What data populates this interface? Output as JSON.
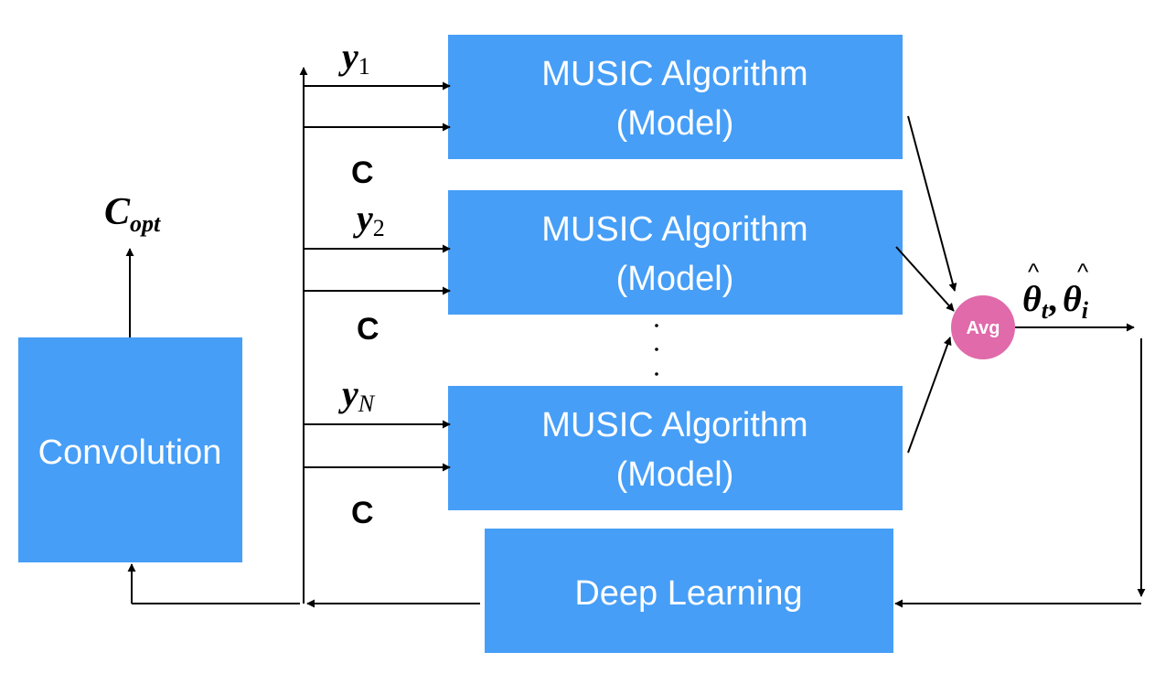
{
  "blocks": {
    "music": [
      {
        "line1": "MUSIC Algorithm",
        "line2": "(Model)"
      },
      {
        "line1": "MUSIC Algorithm",
        "line2": "(Model)"
      },
      {
        "line1": "MUSIC Algorithm",
        "line2": "(Model)"
      }
    ],
    "convolution": "Convolution",
    "deep_learning": "Deep Learning",
    "avg": "Avg"
  },
  "inputs": {
    "y_symbol": "y",
    "y_subs": [
      "1",
      "2",
      "N"
    ],
    "c_label": "C"
  },
  "output": {
    "c_opt_symbol": "C",
    "c_opt_sub": "opt",
    "theta_symbol": "θ",
    "theta_sub_t": "t",
    "theta_sub_i": "i"
  },
  "colors": {
    "block": "#469ef7",
    "avg": "#e06aaa",
    "arrow": "#000000"
  }
}
